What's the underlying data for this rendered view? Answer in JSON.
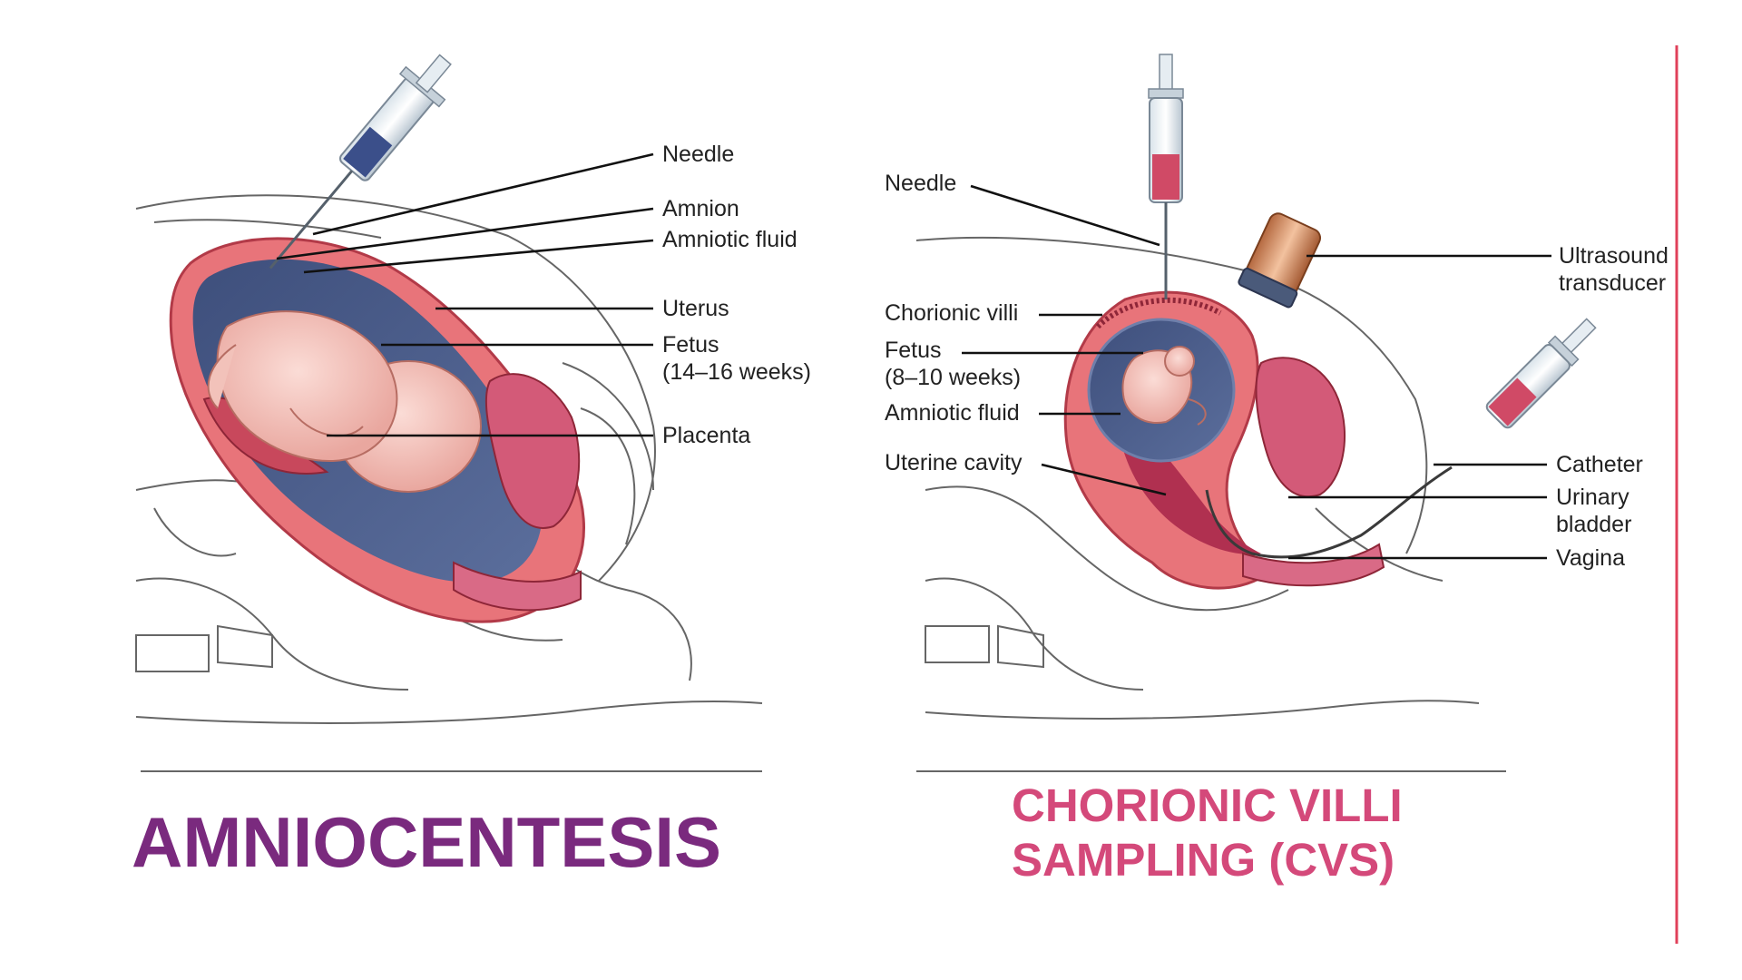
{
  "colors": {
    "amnio_title": "#7a2a7e",
    "cvs_title": "#d4497a",
    "divider": "#e0405a"
  },
  "amniocentesis": {
    "title": "AMNIOCENTESIS",
    "labels": {
      "needle": "Needle",
      "amnion": "Amnion",
      "amniotic_fluid": "Amniotic fluid",
      "uterus": "Uterus",
      "fetus": "Fetus",
      "fetus_age": "(14–16 weeks)",
      "placenta": "Placenta"
    }
  },
  "cvs": {
    "title_line1": "CHORIONIC VILLI",
    "title_line2": "SAMPLING (CVS)",
    "labels": {
      "needle": "Needle",
      "chorionic_villi": "Chorionic villi",
      "fetus": "Fetus",
      "fetus_age": "(8–10 weeks)",
      "amniotic_fluid": "Amniotic fluid",
      "uterine_cavity": "Uterine cavity",
      "ultrasound_line1": "Ultrasound",
      "ultrasound_line2": "transducer",
      "catheter": "Catheter",
      "bladder_line1": "Urinary",
      "bladder_line2": "bladder",
      "vagina": "Vagina"
    }
  }
}
